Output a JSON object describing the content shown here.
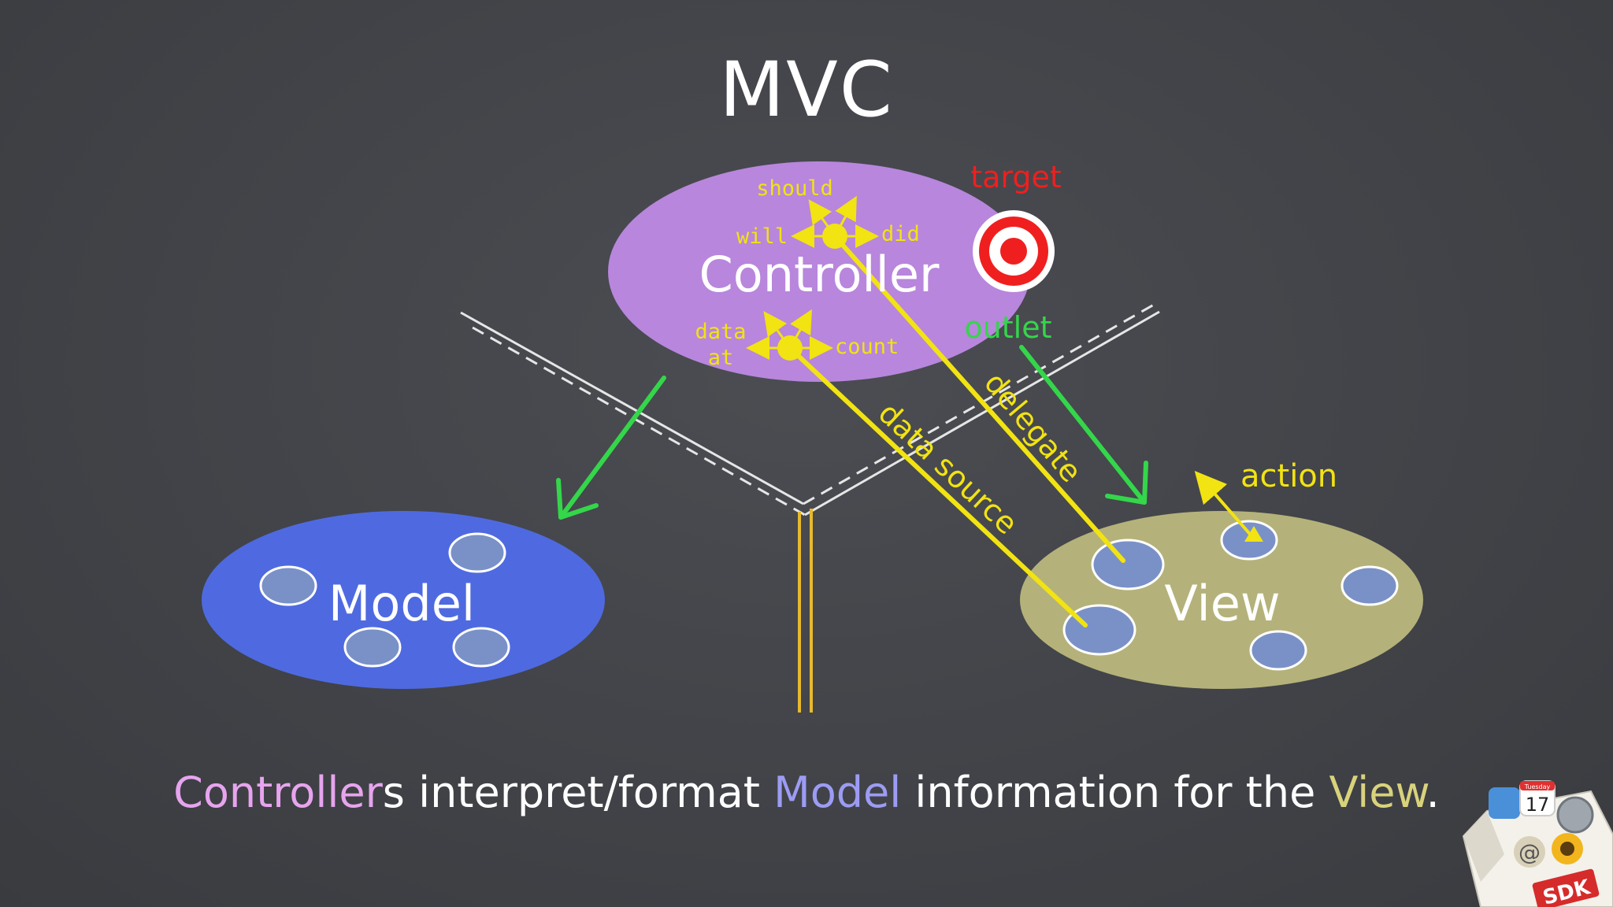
{
  "title": "MVC",
  "nodes": {
    "controller": "Controller",
    "model": "Model",
    "view": "View"
  },
  "controller_labels": {
    "should": "should",
    "will": "will",
    "did": "did",
    "data": "data",
    "at": "at",
    "count": "count"
  },
  "edge_labels": {
    "target": "target",
    "outlet": "outlet",
    "delegate": "delegate",
    "data_source": "data source",
    "action": "action"
  },
  "caption": {
    "part1": "Controller",
    "part2": "s interpret/format ",
    "part3": "Model",
    "part4": " information for the ",
    "part5": "View",
    "part6": "."
  },
  "badge": {
    "sdk": "SDK",
    "tuesday": "Tuesday",
    "date": "17",
    "at_sign": "@"
  },
  "colors": {
    "background": "#43454a",
    "controller": "#b886dc",
    "model": "#4f6ae0",
    "view": "#b4b27a",
    "yellow": "#f2e312",
    "green": "#34d64a",
    "target_red": "#f01f1f"
  }
}
